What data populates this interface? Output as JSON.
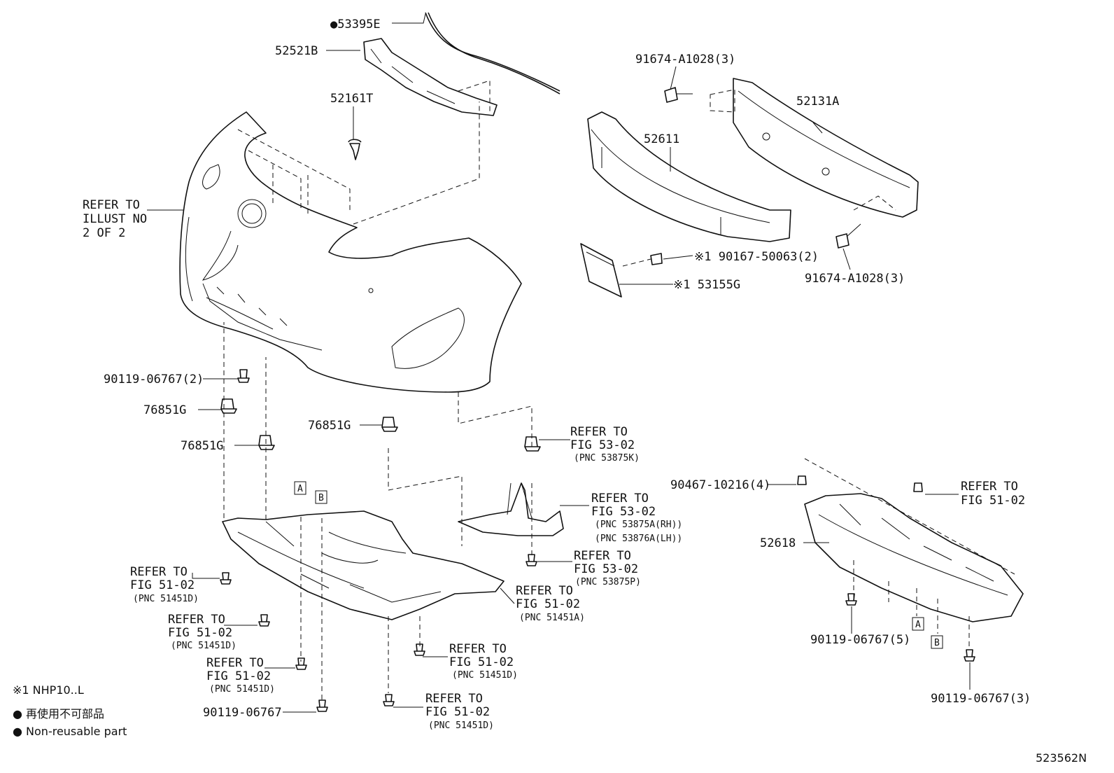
{
  "parts": {
    "p53395e": "●53395E",
    "p52521b": "52521B",
    "p52161t": "52161T",
    "p52611": "52611",
    "p52131a": "52131A",
    "p91674_top": "91674-A1028(3)",
    "p91674_bot": "91674-A1028(3)",
    "p90167": "※1 90167-50063(2)",
    "p53155g": "※1 53155G",
    "p90119_2": "90119-06767(2)",
    "p76851g_a": "76851G",
    "p76851g_b": "76851G",
    "p76851g_c": "76851G",
    "p90467": "90467-10216(4)",
    "p52618": "52618",
    "p90119_5": "90119-06767(5)",
    "p90119_3": "90119-06767(3)",
    "p90119": "90119-06767"
  },
  "refs": {
    "illust": [
      "REFER TO",
      "ILLUST NO",
      "2 OF 2"
    ],
    "r5302k": [
      "REFER TO",
      "FIG 53-02",
      "(PNC 53875K)"
    ],
    "r5302a": [
      "REFER TO",
      "FIG 53-02",
      "(PNC 53875A(RH))",
      "(PNC 53876A(LH))"
    ],
    "r5302p": [
      "REFER TO",
      "FIG 53-02",
      "(PNC 53875P)"
    ],
    "r5102_right": [
      "REFER TO",
      "FIG 51-02"
    ],
    "r5102_a": [
      "REFER TO",
      "FIG 51-02",
      "(PNC 51451A)"
    ],
    "r5102_d1": [
      "REFER TO",
      "FIG 51-02",
      "(PNC 51451D)"
    ],
    "r5102_d2": [
      "REFER TO",
      "FIG 51-02",
      "(PNC 51451D)"
    ],
    "r5102_d3": [
      "REFER TO",
      "FIG 51-02",
      "(PNC 51451D)"
    ],
    "r5102_d4": [
      "REFER TO",
      "FIG 51-02",
      "(PNC 51451D)"
    ],
    "r5102_d5": [
      "REFER TO",
      "FIG 51-02",
      "(PNC 51451D)"
    ]
  },
  "markers": {
    "a": "A",
    "b": "B"
  },
  "legend": {
    "note": "※1 NHP10..L",
    "line_jp": "● 再使用不可部品",
    "line_en": "● Non-reusable part"
  },
  "figure_id": "523562N"
}
